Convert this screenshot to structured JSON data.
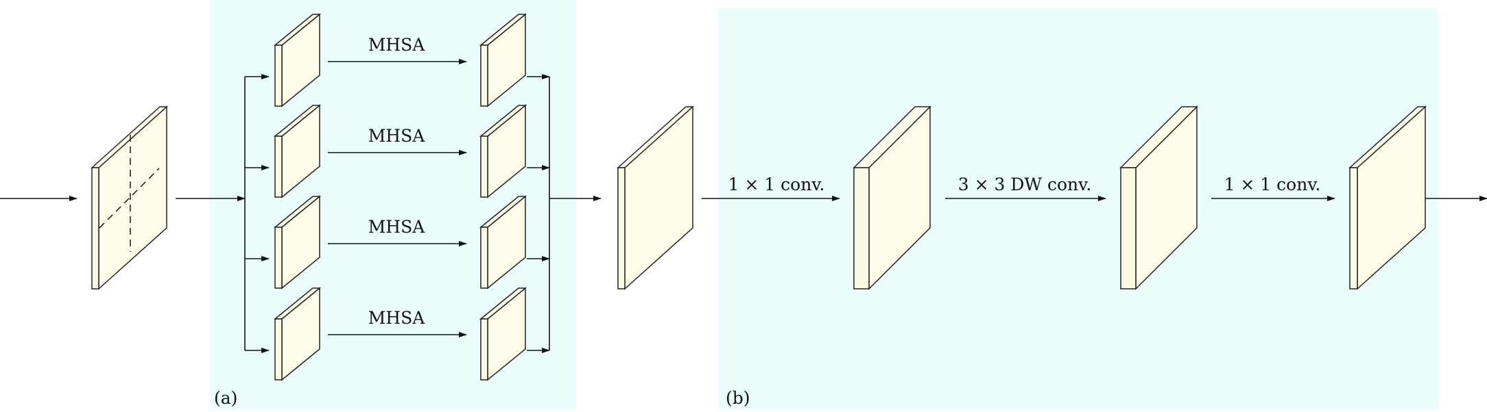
{
  "panels": {
    "a": {
      "tag": "(a)",
      "bg": "#ebfdfd"
    },
    "b": {
      "tag": "(b)",
      "bg": "#ebfdfd"
    }
  },
  "labels": {
    "mhsa": [
      "MHSA",
      "MHSA",
      "MHSA",
      "MHSA"
    ],
    "conv1": "1 × 1 conv.",
    "dwconv": "3 × 3 DW conv.",
    "conv2": "1 × 1 conv."
  },
  "colors": {
    "tensor_fill": "#fbfbe3",
    "tensor_stroke": "#222222",
    "arrow": "#111111"
  }
}
